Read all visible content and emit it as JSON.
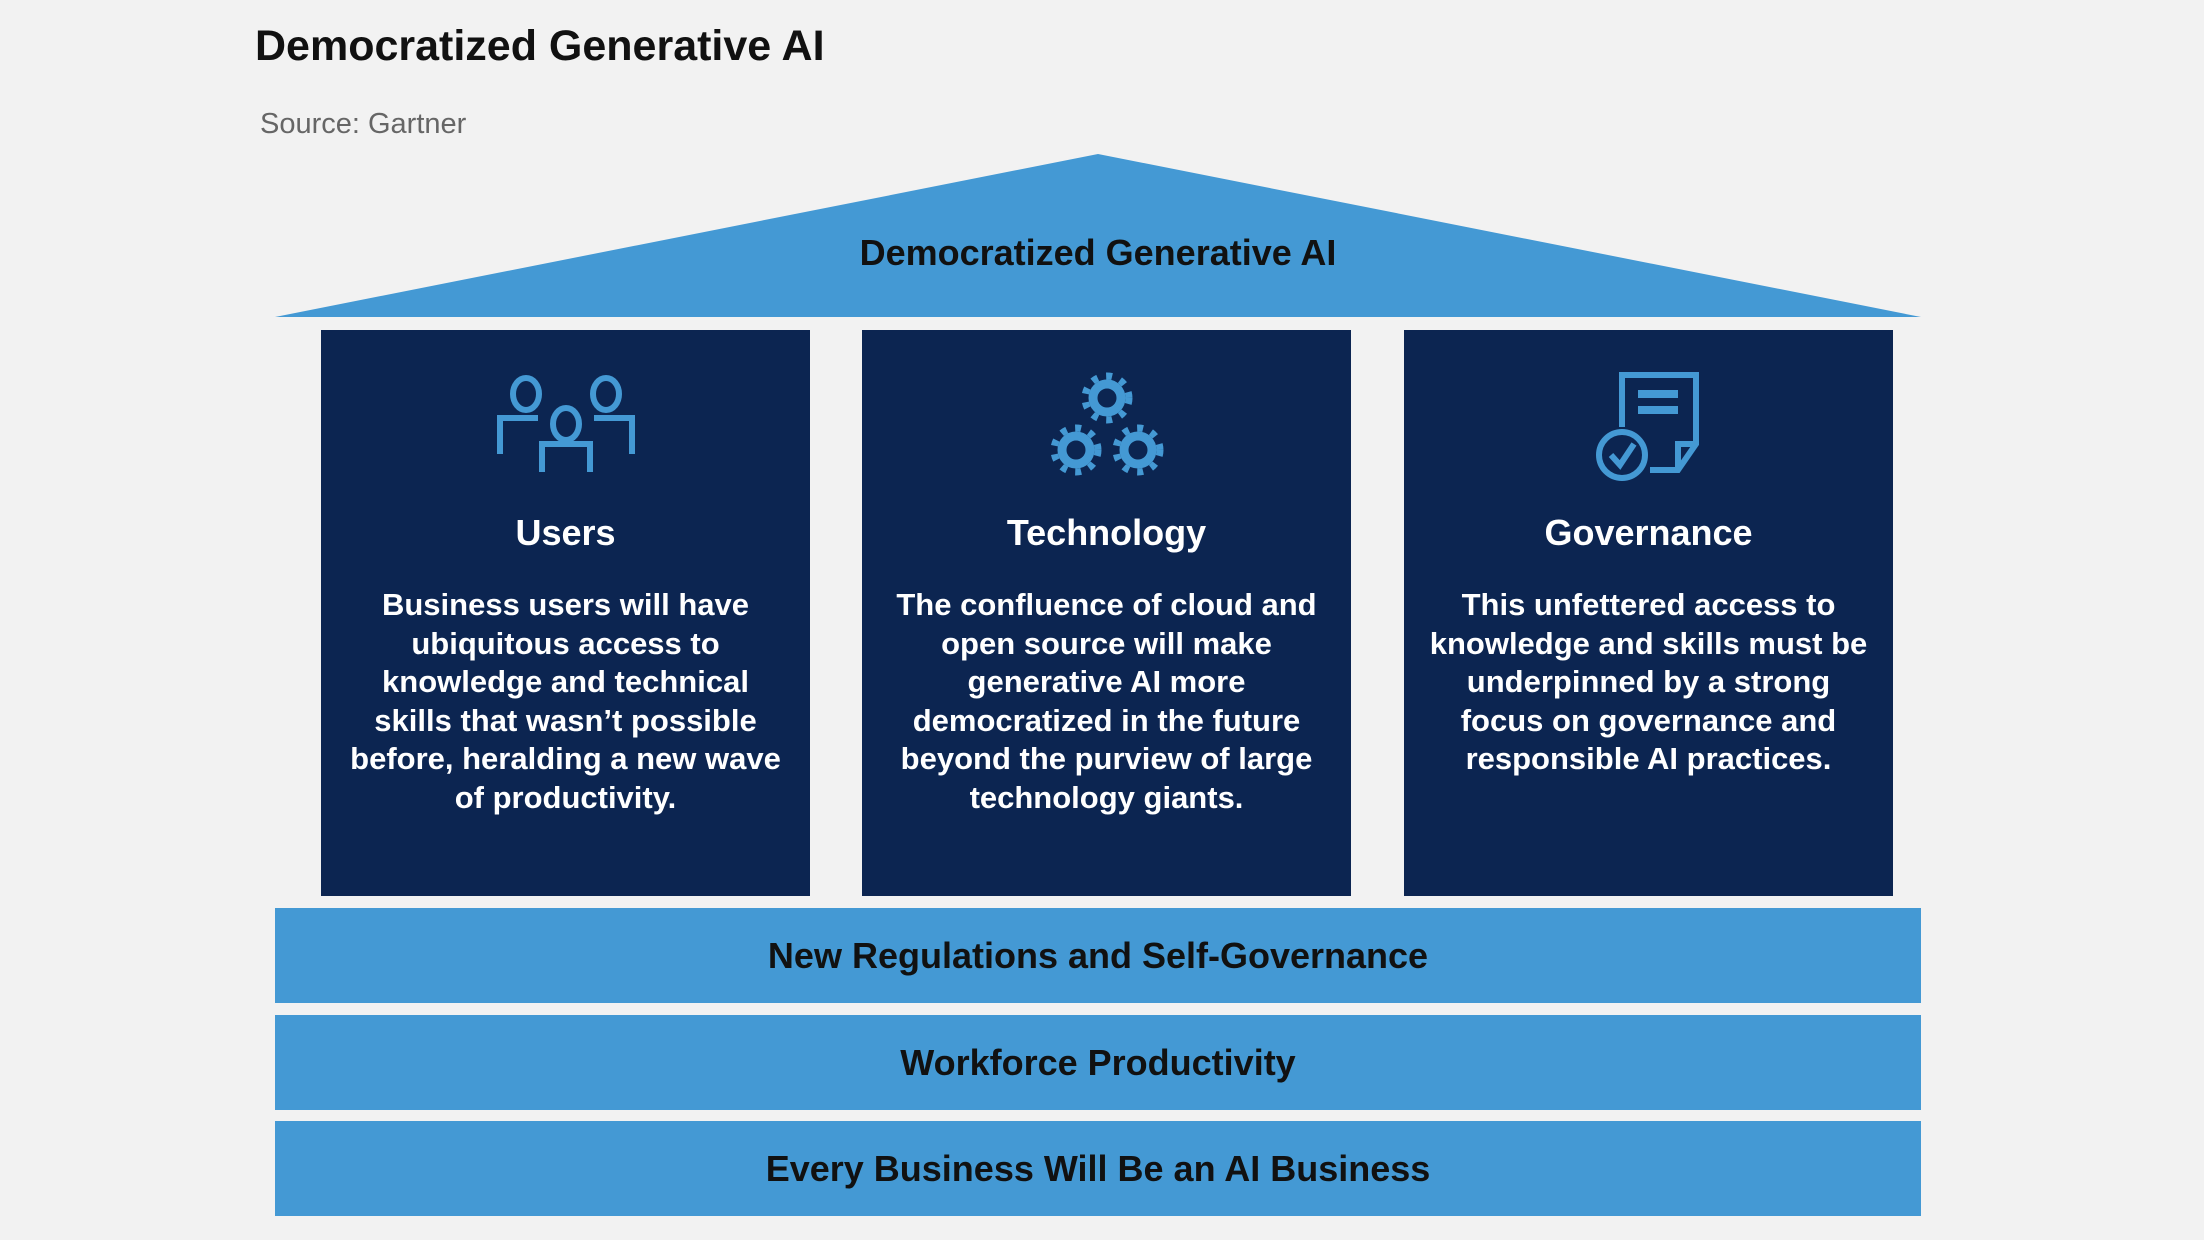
{
  "title": "Democratized Generative AI",
  "source": "Source: Gartner",
  "roof": {
    "label": "Democratized Generative AI"
  },
  "pillars": [
    {
      "icon": "users-icon",
      "heading": "Users",
      "text": "Business users will have ubiquitous access to knowledge and technical skills that wasn’t possible before, heralding a new wave of productivity."
    },
    {
      "icon": "gears-icon",
      "heading": "Technology",
      "text": "The confluence of cloud and open source will make generative AI more democratized in the future beyond the purview of large technology giants."
    },
    {
      "icon": "document-check-icon",
      "heading": "Governance",
      "text": "This unfettered access to knowledge and skills must be underpinned by a strong focus on governance and responsible AI practices."
    }
  ],
  "foundations": [
    "New Regulations and Self-Governance",
    "Workforce Productivity",
    "Every Business Will Be an AI Business"
  ],
  "colors": {
    "navy": "#0c2551",
    "blue": "#4499d4",
    "background": "#f2f2f2"
  }
}
